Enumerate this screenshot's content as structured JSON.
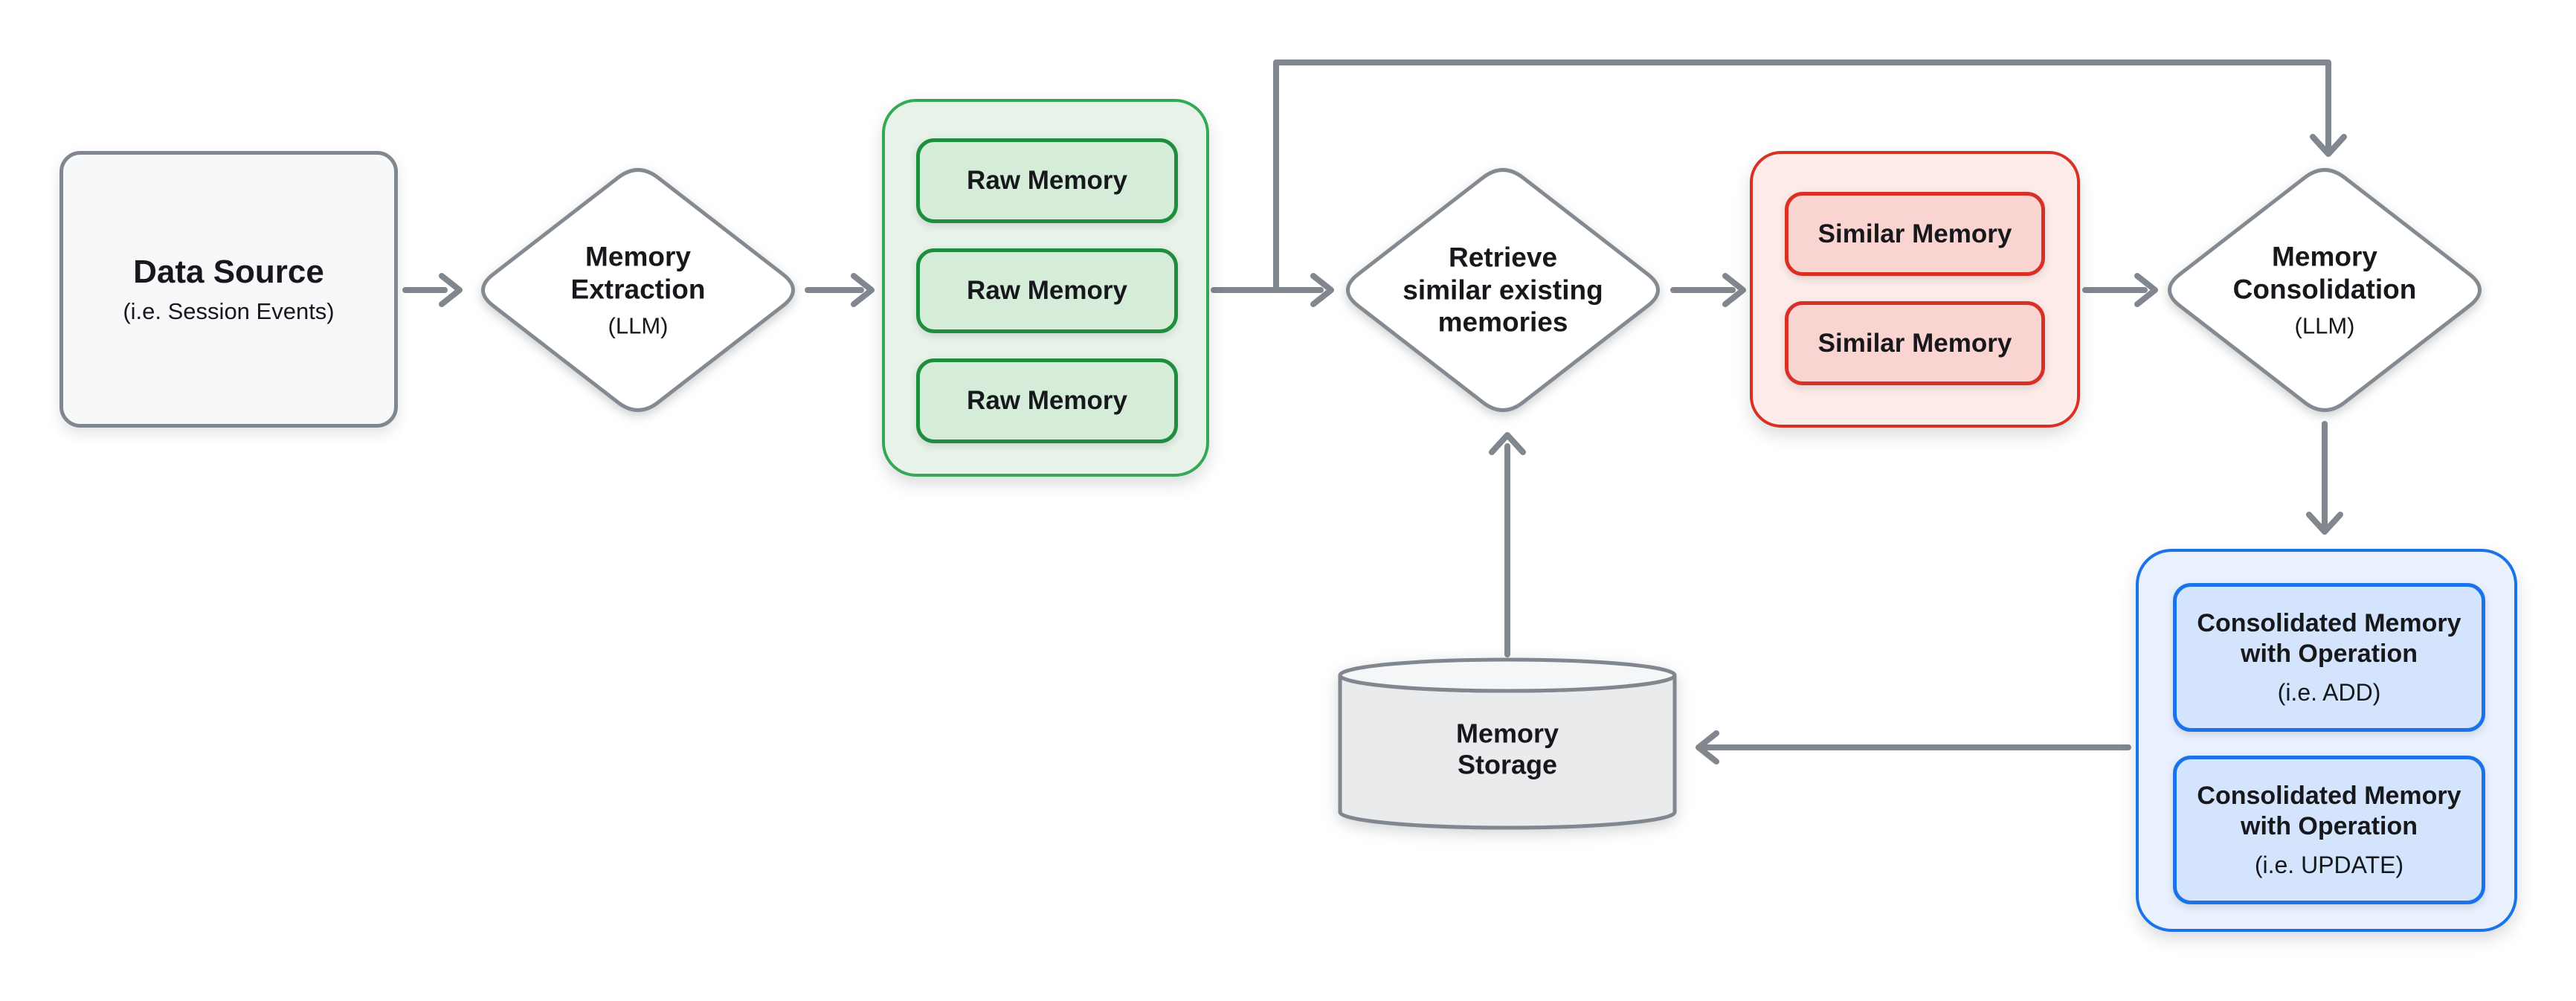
{
  "diagram": {
    "description": "Memory extraction and consolidation pipeline flowchart",
    "colors": {
      "connector_gray": "#81878f",
      "node_border_gray": "#848a91",
      "node_fill": "#f7f8fa",
      "green_container_fill": "#e7f3e9",
      "green_container_border": "#34a853",
      "green_chip_fill": "#d5ecd9",
      "green_chip_border": "#1e8e3e",
      "red_container_fill": "#fcebe9",
      "red_border": "#d93025",
      "red_chip_fill": "#f9d4d1",
      "blue_container_fill": "#e9f1fe",
      "blue_border": "#1a73e8",
      "blue_chip_fill": "#d3e4fc",
      "storage_fill": "#e9ebed",
      "text_color": "#17181b"
    }
  },
  "nodes": {
    "data_source": {
      "title": "Data Source",
      "subtitle": "(i.e. Session Events)"
    },
    "memory_extraction": {
      "title": "Memory Extraction",
      "subtitle": "(LLM)"
    },
    "raw_memory_group": {
      "items": [
        "Raw Memory",
        "Raw Memory",
        "Raw Memory"
      ]
    },
    "retrieve_similar": {
      "title": "Retrieve similar existing memories"
    },
    "similar_memory_group": {
      "items": [
        "Similar Memory",
        "Similar Memory"
      ]
    },
    "memory_consolidation": {
      "title": "Memory Consolidation",
      "subtitle": "(LLM)"
    },
    "consolidated_group": {
      "items": [
        {
          "title": "Consolidated Memory with Operation",
          "subtitle": "(i.e. ADD)"
        },
        {
          "title": "Consolidated Memory with Operation",
          "subtitle": "(i.e. UPDATE)"
        }
      ]
    },
    "memory_storage": {
      "title": "Memory Storage"
    }
  },
  "edges": [
    {
      "from": "data_source",
      "to": "memory_extraction"
    },
    {
      "from": "memory_extraction",
      "to": "raw_memory_group"
    },
    {
      "from": "raw_memory_group",
      "to": "retrieve_similar"
    },
    {
      "from": "raw_memory_group",
      "to": "memory_consolidation",
      "note": "feedback line across top"
    },
    {
      "from": "retrieve_similar",
      "to": "similar_memory_group"
    },
    {
      "from": "similar_memory_group",
      "to": "memory_consolidation"
    },
    {
      "from": "memory_consolidation",
      "to": "consolidated_group"
    },
    {
      "from": "consolidated_group",
      "to": "memory_storage"
    },
    {
      "from": "memory_storage",
      "to": "retrieve_similar"
    }
  ]
}
